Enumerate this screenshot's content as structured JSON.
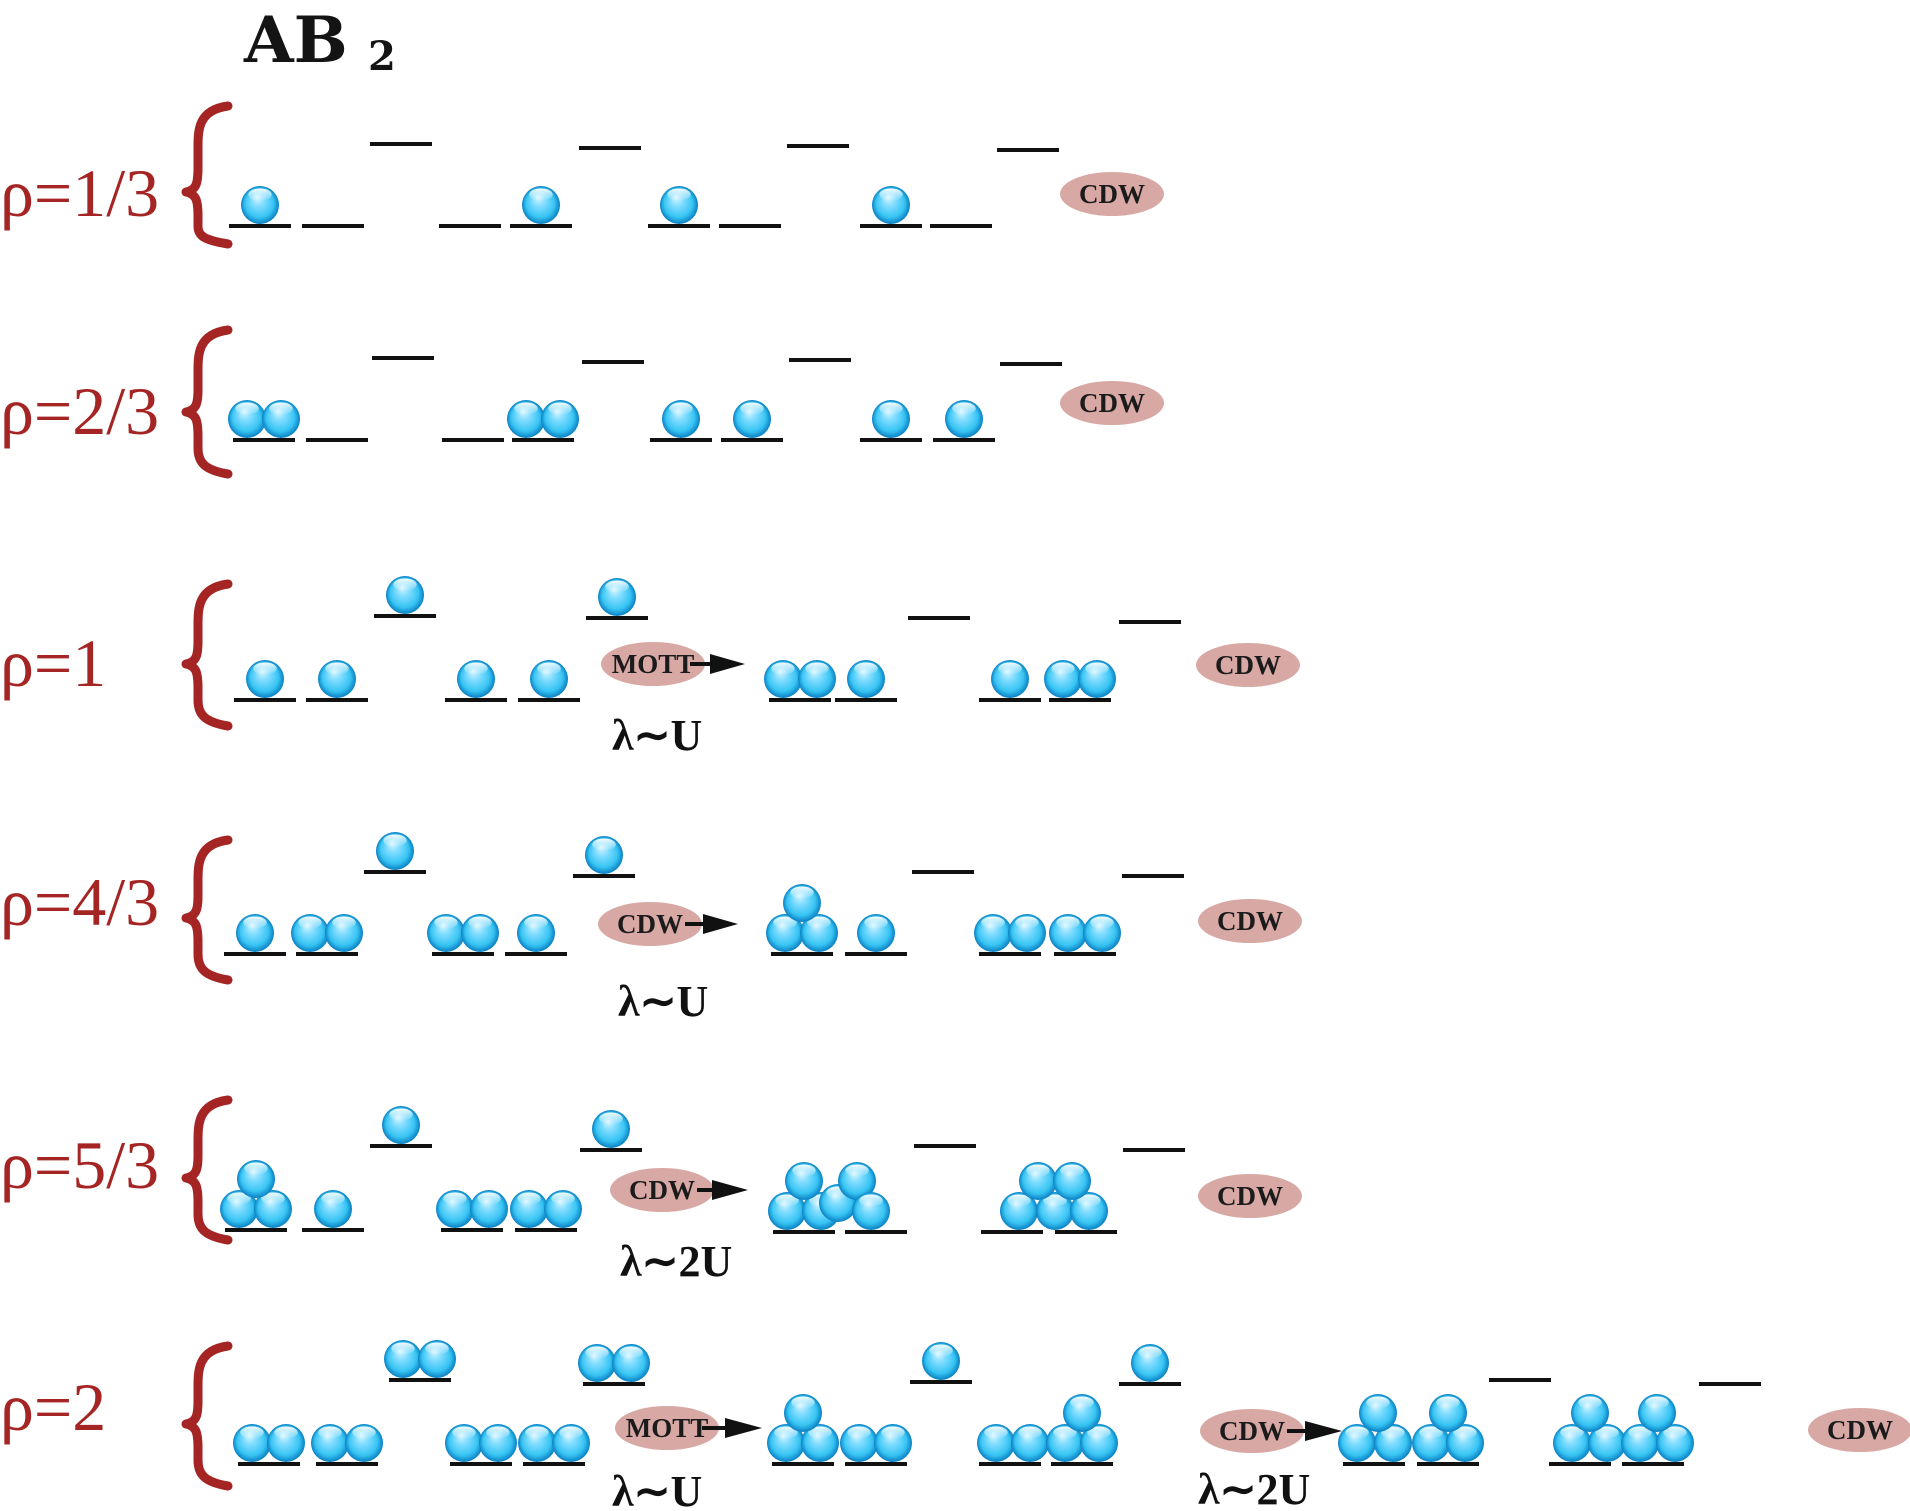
{
  "title": {
    "main": "AB",
    "subscript": "2"
  },
  "colors": {
    "rho_label": "#a52424",
    "brace": "#a52424",
    "pill": "#d8a8a5",
    "particle_light": "#d9f6ff",
    "particle_mid": "#37c4f3",
    "particle_dark": "#0a7fc2",
    "level_line": "#111111"
  },
  "rows": [
    {
      "label": "ρ=1/3",
      "end_phase": "CDW",
      "transitions": []
    },
    {
      "label": "ρ=2/3",
      "end_phase": "CDW",
      "transitions": []
    },
    {
      "label": "ρ=1",
      "end_phase": "CDW",
      "transitions": [
        {
          "phase": "MOTT",
          "coupling": "λ∼U"
        }
      ]
    },
    {
      "label": "ρ=4/3",
      "end_phase": "CDW",
      "transitions": [
        {
          "phase": "CDW",
          "coupling": "λ∼U"
        }
      ]
    },
    {
      "label": "ρ=5/3",
      "end_phase": "CDW",
      "transitions": [
        {
          "phase": "CDW",
          "coupling": "λ∼2U"
        }
      ]
    },
    {
      "label": "ρ=2",
      "end_phase": "CDW",
      "transitions": [
        {
          "phase": "MOTT",
          "coupling": "λ∼U"
        },
        {
          "phase": "CDW",
          "coupling": "λ∼2U"
        }
      ]
    }
  ]
}
